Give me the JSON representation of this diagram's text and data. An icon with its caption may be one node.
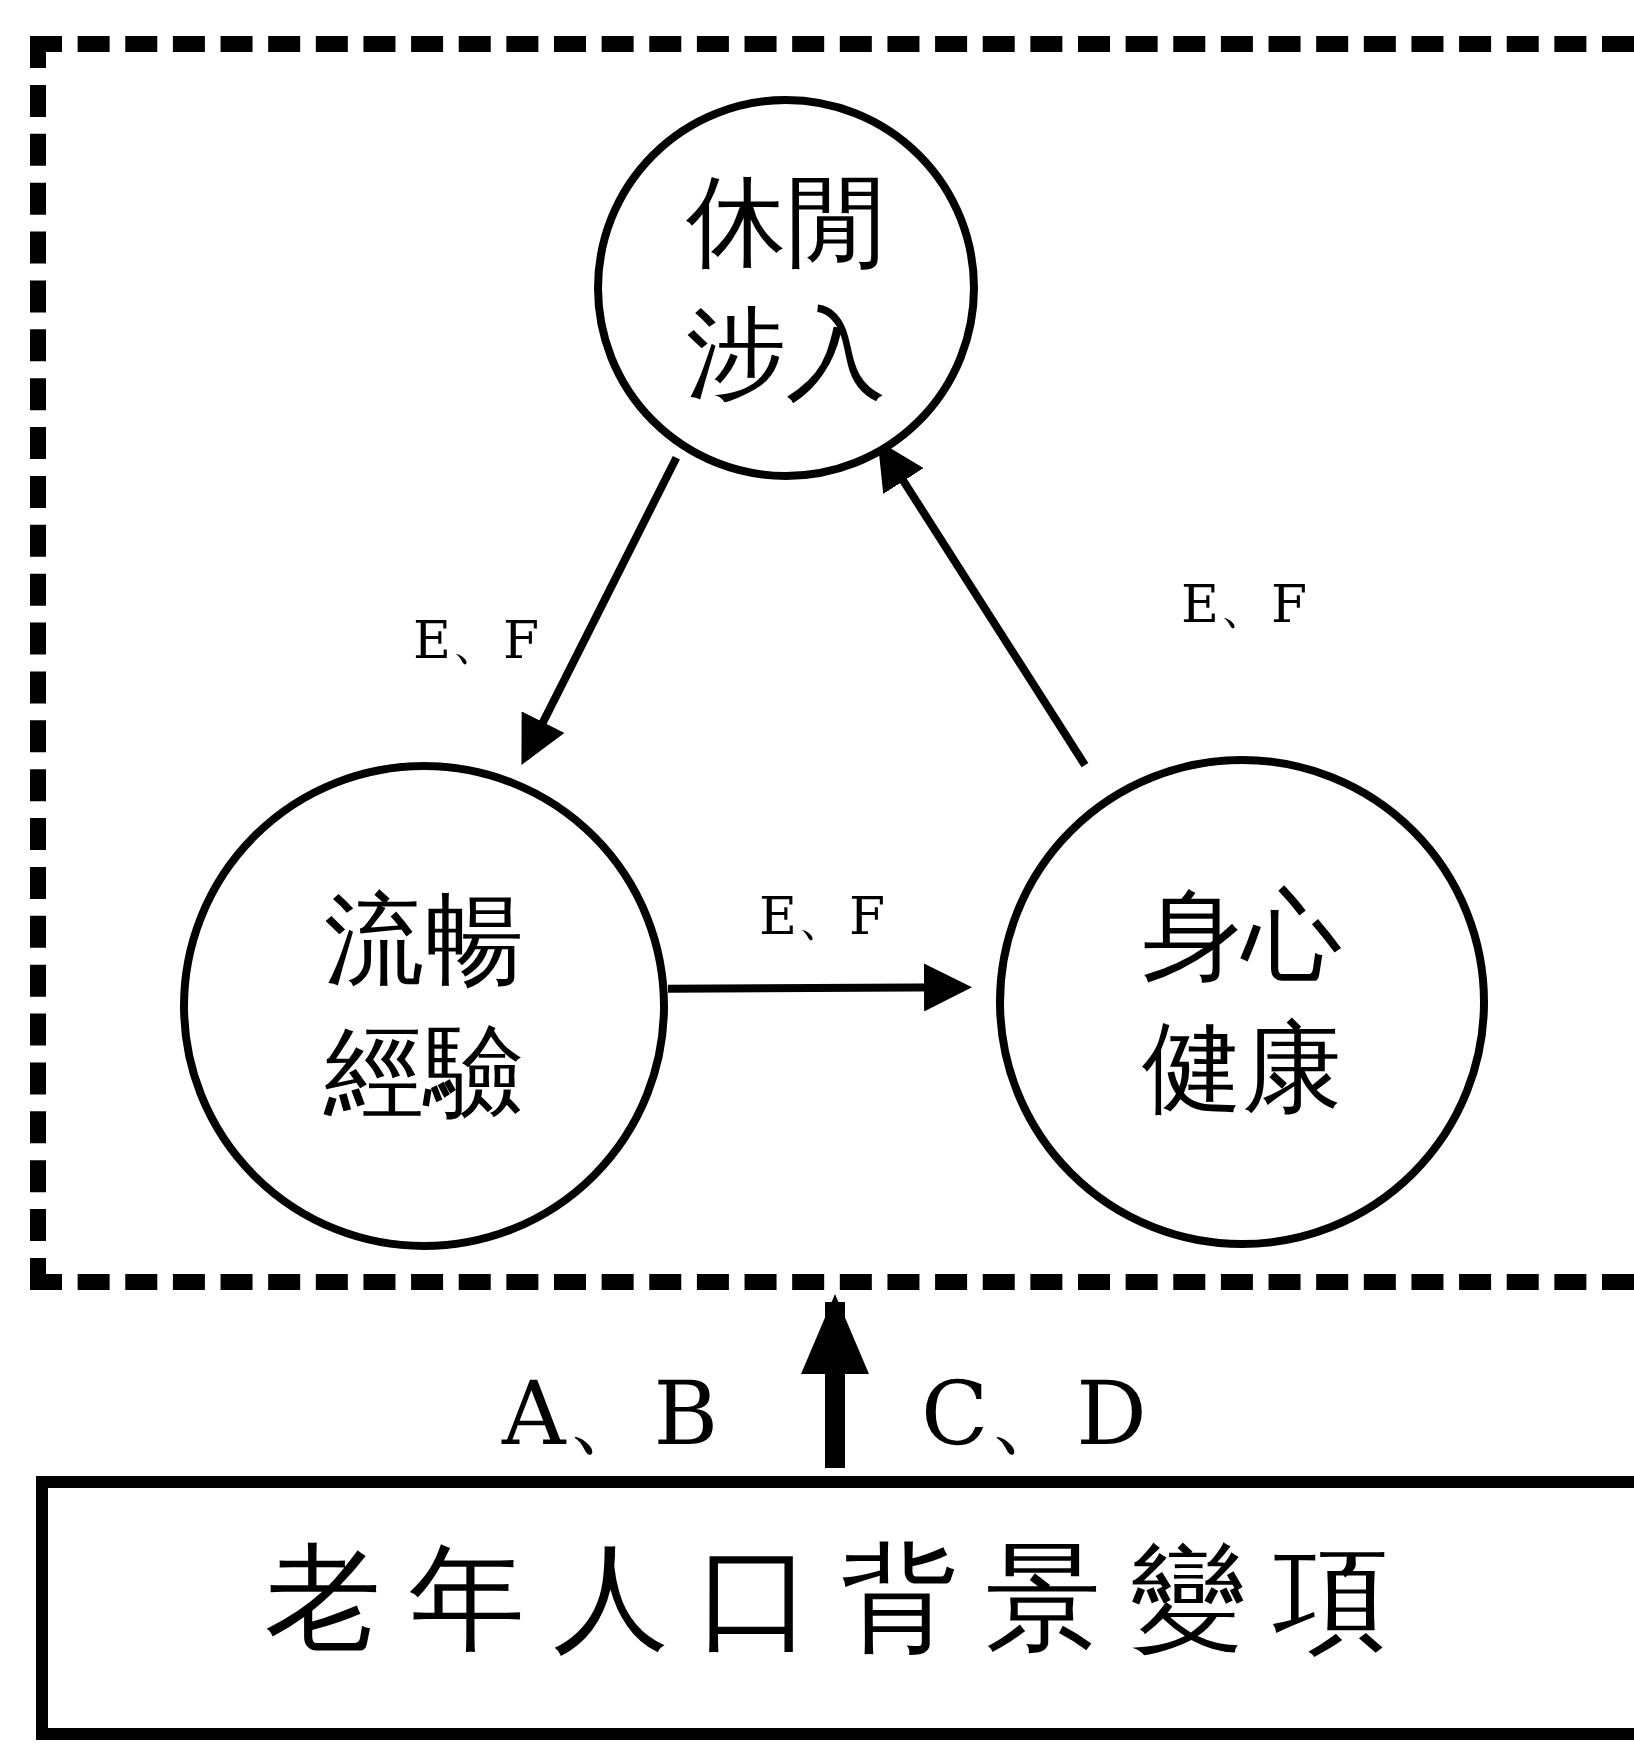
{
  "diagram": {
    "nodes": [
      {
        "text": [],
        "shape": "box"
      },
      {
        "text": [
          "休閒涉入"
        ],
        "in": 0
      },
      {
        "text": [
          "流暢經驗"
        ],
        "in": 0
      },
      {
        "text": [
          "身心健康"
        ],
        "in": 0
      },
      {
        "text": [
          "老年人口背景變項"
        ]
      }
    ],
    "edges": [
      {
        "from": 1,
        "to": 2,
        "arrow": "to",
        "label": "E、F"
      },
      {
        "from": 3,
        "to": 1,
        "arrow": "to",
        "label": "E、F"
      },
      {
        "from": 2,
        "to": 3,
        "arrow": "to",
        "label": "E、F"
      },
      {
        "from": 4,
        "to": 0,
        "arrow": "to",
        "label": "A、B",
        "style": "thick"
      }
    ],
    "labels": [
      "C、D"
    ]
  }
}
